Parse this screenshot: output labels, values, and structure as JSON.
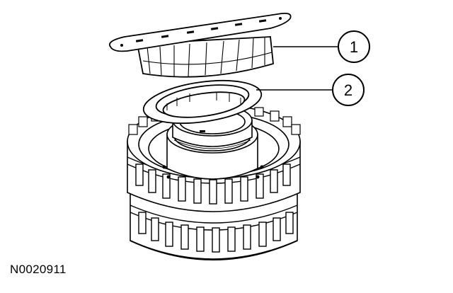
{
  "callouts": [
    {
      "number": "1"
    },
    {
      "number": "2"
    }
  ],
  "figure_id": "N0020911"
}
